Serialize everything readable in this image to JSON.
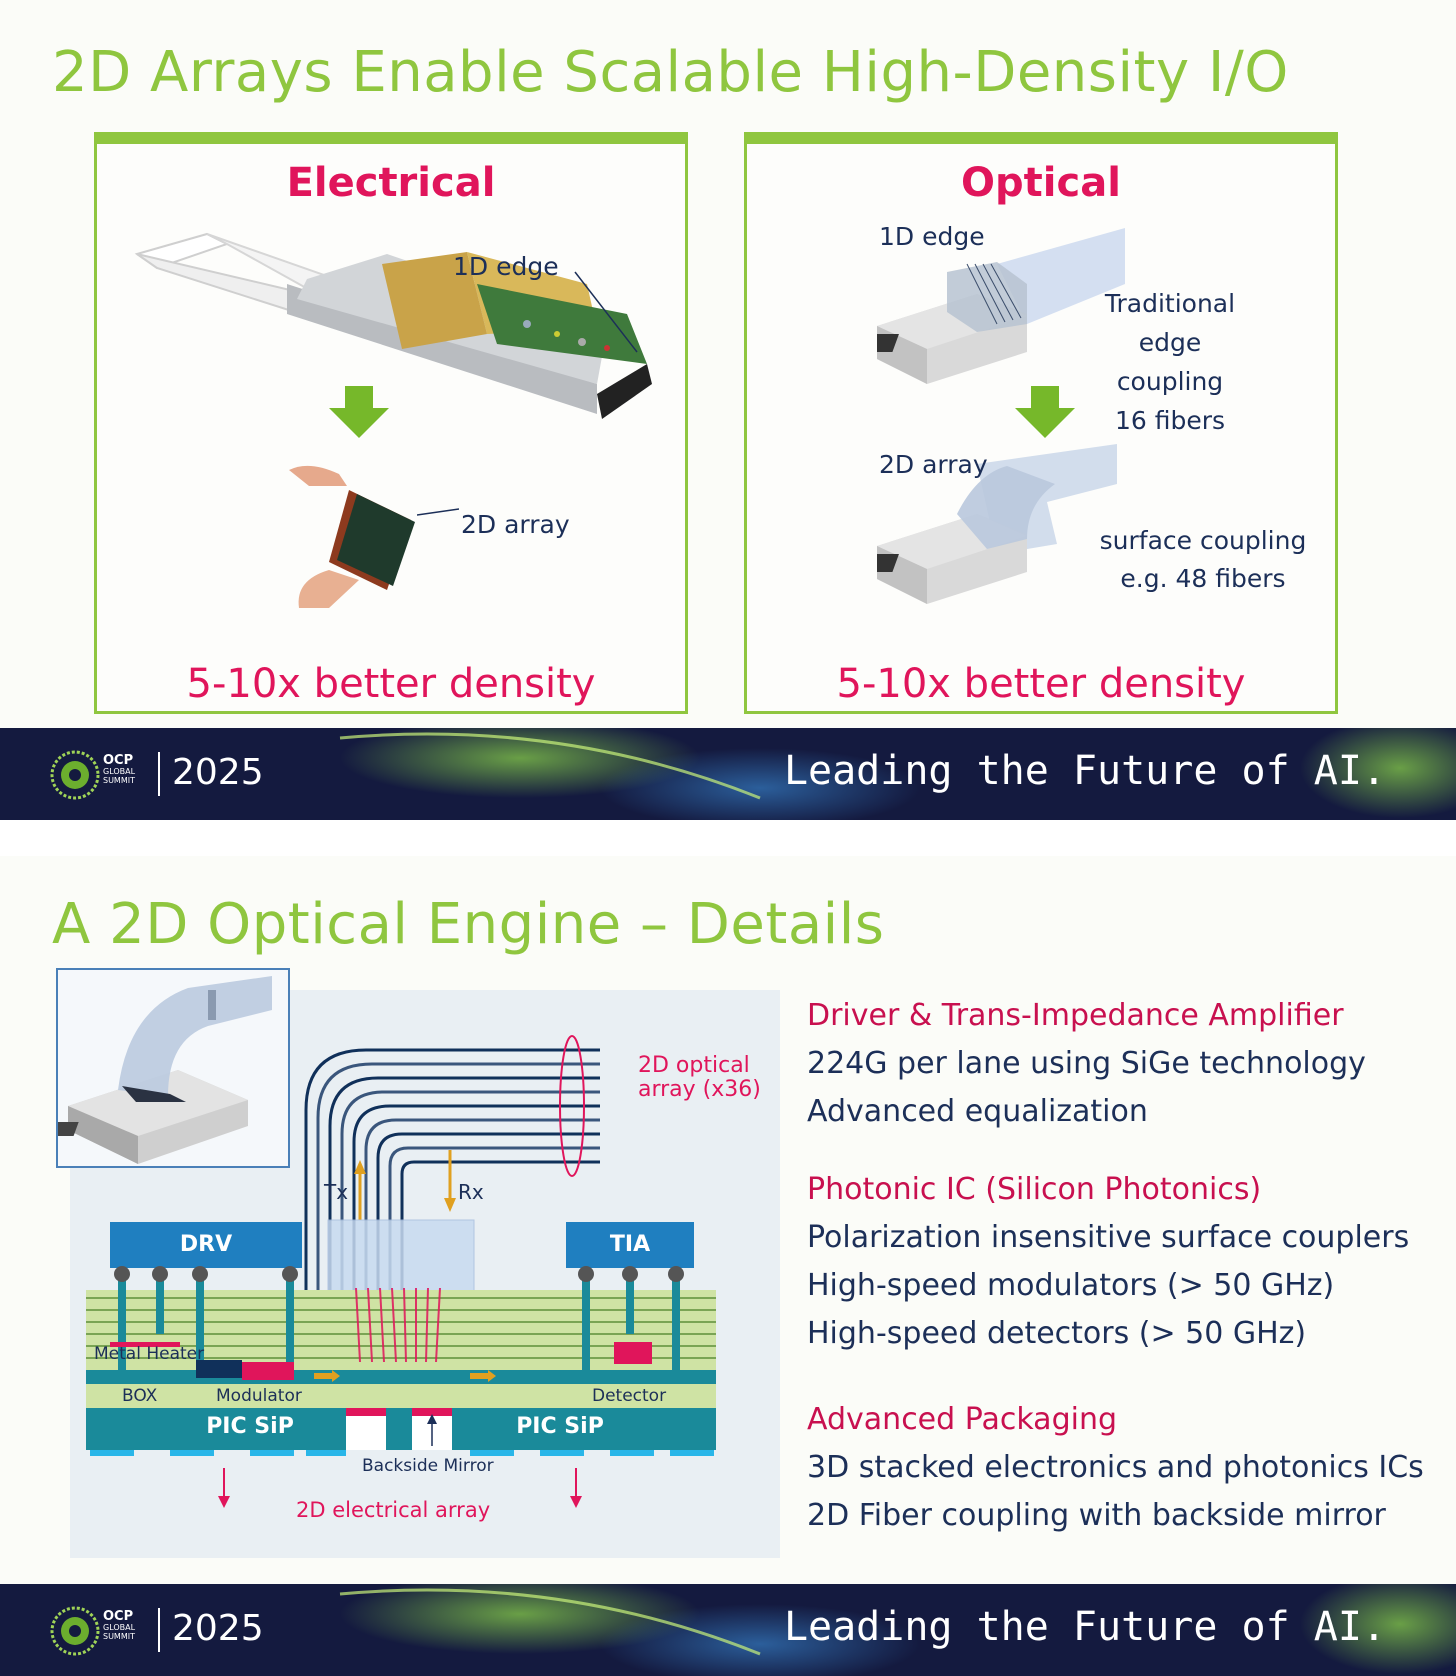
{
  "slide1": {
    "title": "2D Arrays Enable Scalable High-Density I/O",
    "electrical": {
      "heading": "Electrical",
      "label_edge": "1D edge",
      "label_array": "2D array",
      "density": "5-10x better density"
    },
    "optical": {
      "heading": "Optical",
      "label_edge": "1D edge",
      "note_traditional": [
        "Traditional",
        "edge",
        "coupling",
        "16 fibers"
      ],
      "label_array": "2D array",
      "note_surface": [
        "surface coupling",
        "e.g. 48 fibers"
      ],
      "density": "5-10x better density"
    }
  },
  "slide2": {
    "title": "A 2D Optical Engine – Details",
    "diagram": {
      "optical_array_label": [
        "2D optical",
        "array (x36)"
      ],
      "tx": "Tx",
      "rx": "Rx",
      "drv": "DRV",
      "tia": "TIA",
      "metal_heater": "Metal Heater",
      "box": "BOX",
      "modulator": "Modulator",
      "detector": "Detector",
      "pic_left": "PIC SiP",
      "pic_right": "PIC SiP",
      "backside_mirror": "Backside Mirror",
      "electrical_array": "2D electrical array"
    },
    "details": [
      {
        "heading": "Driver & Trans-Impedance Amplifier",
        "lines": [
          "224G per lane using SiGe technology",
          "Advanced equalization"
        ]
      },
      {
        "heading": "Photonic IC (Silicon Photonics)",
        "lines": [
          "Polarization insensitive surface couplers",
          "High-speed modulators (> 50 GHz)",
          "High-speed detectors (> 50 GHz)"
        ]
      },
      {
        "heading": "Advanced Packaging",
        "lines": [
          "3D stacked electronics and photonics ICs",
          "2D Fiber coupling with backside mirror"
        ]
      }
    ]
  },
  "footer": {
    "brand": "OCP",
    "brand_sub": [
      "GLOBAL",
      "SUMMIT"
    ],
    "year": "2025",
    "tagline": "Leading the Future of AI."
  },
  "colors": {
    "title_green": "#8fc63f",
    "accent_magenta": "#e0155b",
    "text_navy": "#1c2f58",
    "chip_blue": "#1f7fc0",
    "layer_green": "#cfe3a4",
    "footer_navy": "#141a3f"
  }
}
